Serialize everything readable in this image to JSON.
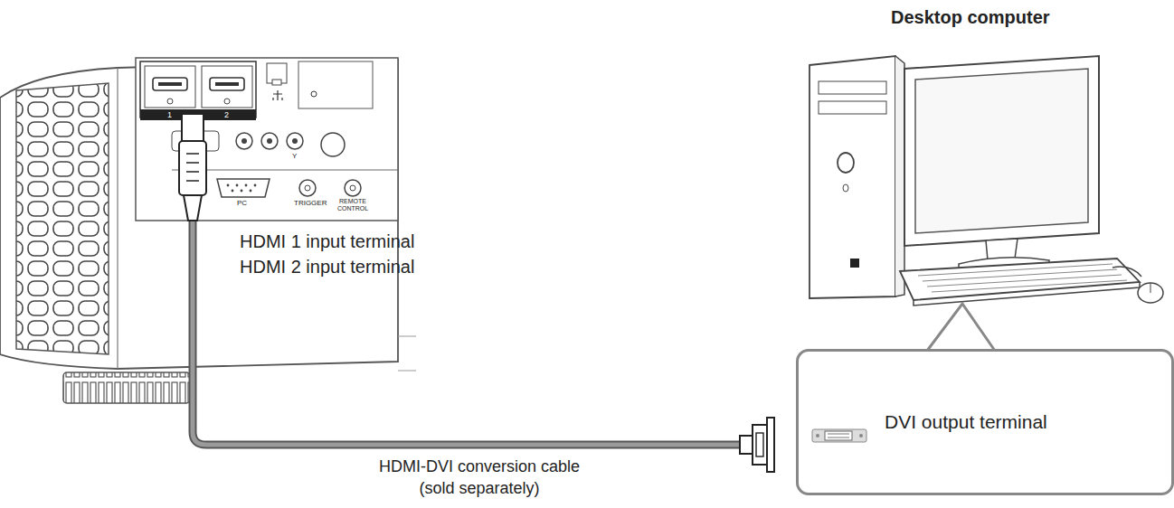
{
  "diagram": {
    "nodes": [
      {
        "text": [
          "DVI output terminal"
        ]
      }
    ],
    "labels": [
      "Desktop computer",
      "HDMI 1 input terminal",
      "HDMI 2 input terminal",
      "HDMI-DVI conversion cable",
      "(sold separately)",
      "1",
      "2",
      "PC",
      "TRIGGER",
      "REMOTE CONTROL",
      "Y"
    ]
  }
}
